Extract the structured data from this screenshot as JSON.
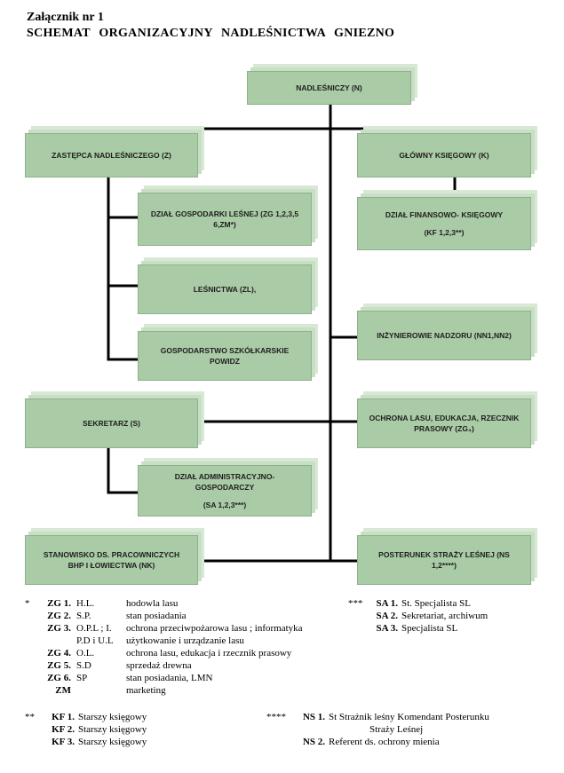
{
  "header": {
    "line1": "Załącznik nr 1",
    "line2": "SCHEMAT ORGANIZACYJNY NADLEŚNICTWA GNIEZNO"
  },
  "boxes": {
    "n": "NADLEŚNICZY (N)",
    "z": "ZASTĘPCA NADLEŚNICZEGO (Z)",
    "k": "GŁÓWNY KSIĘGOWY (K)",
    "zg_a": "DZIAŁ GOSPODARKI LEŚNEJ (ZG 1,2,3,5",
    "zg_b": "6,ZM*)",
    "kf_a": "DZIAŁ FINANSOWO- KSIĘGOWY",
    "kf_b": "(KF 1,2,3**)",
    "zl": "LEŚNICTWA (ZL),",
    "nn": "INŻYNIEROWIE NADZORU (NN1,NN2)",
    "gs": "GOSPODARSTWO SZKÓŁKARSKIE POWIDZ",
    "s": "SEKRETARZ (S)",
    "ol_a": "OCHRONA LASU, EDUKACJA, RZECZNIK",
    "ol_b": "PRASOWY (ZG₄)",
    "sa_a": "DZIAŁ ADMINISTRACYJNO-GOSPODARCZY",
    "sa_b": "(SA 1,2,3***)",
    "nk_a": "STANOWISKO DS. PRACOWNICZYCH",
    "nk_b": "BHP I ŁOWIECTWA (NK)",
    "ns_a": "POSTERUNEK STRAŻY LEŚNEJ (NS",
    "ns_b": "1,2****)"
  },
  "legend_zg": [
    {
      "mark": "*",
      "code": "ZG 1.",
      "abbr": "H.L.",
      "desc": "hodowla lasu"
    },
    {
      "mark": "",
      "code": "ZG 2.",
      "abbr": "S.P.",
      "desc": "stan posiadania"
    },
    {
      "mark": "",
      "code": "ZG 3.",
      "abbr": "O.P.L ; I.",
      "desc": "ochrona przeciwpożarowa lasu ; informatyka"
    },
    {
      "mark": "",
      "code": "",
      "abbr": "P.D i U.L",
      "desc": "użytkowanie i urządzanie lasu"
    },
    {
      "mark": "",
      "code": "ZG 4.",
      "abbr": "O.L.",
      "desc": "ochrona lasu, edukacja i rzecznik prasowy"
    },
    {
      "mark": "",
      "code": "ZG 5.",
      "abbr": "S.D",
      "desc": "sprzedaż drewna"
    },
    {
      "mark": "",
      "code": "ZG 6.",
      "abbr": "SP",
      "desc": "stan posiadania, LMN"
    },
    {
      "mark": "",
      "code": "ZM",
      "abbr": "",
      "desc": "marketing"
    }
  ],
  "legend_sa": [
    {
      "mark": "***",
      "code": "SA 1.",
      "desc": "St. Specjalista SL"
    },
    {
      "mark": "",
      "code": "SA 2.",
      "desc": "Sekretariat, archiwum"
    },
    {
      "mark": "",
      "code": "SA 3.",
      "desc": "Specjalista SL"
    }
  ],
  "legend_kf": [
    {
      "mark": "**",
      "code": "KF 1.",
      "desc": "Starszy księgowy"
    },
    {
      "mark": "",
      "code": "KF 2.",
      "desc": "Starszy księgowy"
    },
    {
      "mark": "",
      "code": "KF 3.",
      "desc": "Starszy księgowy"
    }
  ],
  "legend_ns": [
    {
      "mark": "****",
      "code": "NS 1.",
      "desc": "St Strażnik leśny Komendant Posterunku"
    },
    {
      "mark": "",
      "code": "",
      "desc": "Straży Leśnej"
    },
    {
      "mark": "",
      "code": "NS 2.",
      "desc": "Referent ds. ochrony mienia"
    }
  ]
}
